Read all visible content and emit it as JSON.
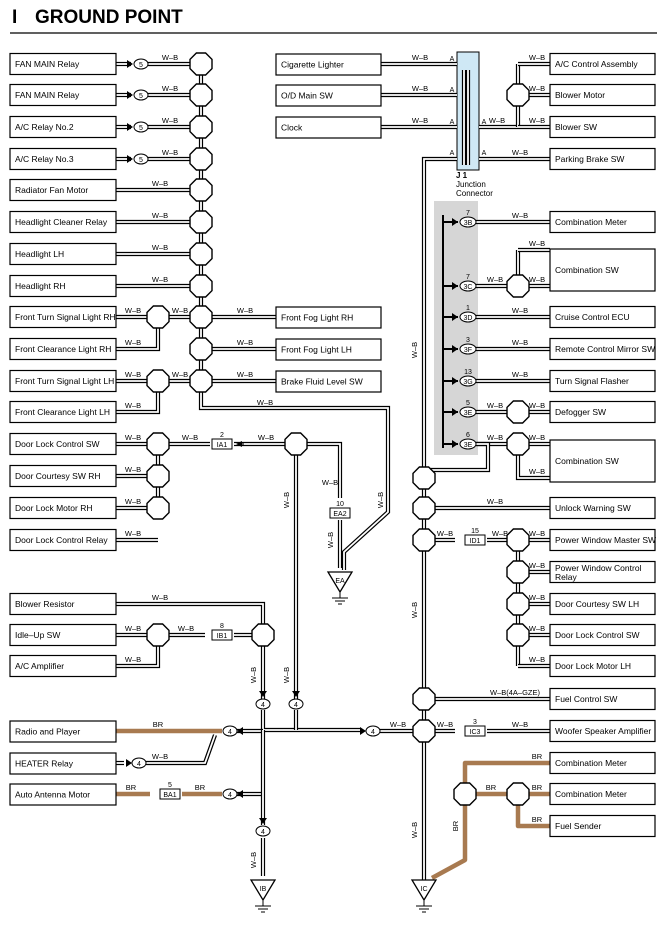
{
  "page": {
    "section": "I",
    "title": "GROUND POINT"
  },
  "wire": {
    "wb": "W–B",
    "br": "BR",
    "wb_4a": "W–B(4A–GZE)"
  },
  "left_components": [
    "FAN MAIN Relay",
    "FAN MAIN Relay",
    "A/C Relay No.2",
    "A/C Relay No.3",
    "Radiator Fan Motor",
    "Headlight Cleaner Relay",
    "Headlight LH",
    "Headlight RH",
    "Front Turn Signal Light RH",
    "Front Clearance Light RH",
    "Front Turn Signal Light LH",
    "Front Clearance Light LH",
    "Door Lock Control SW",
    "Door Courtesy SW RH",
    "Door Lock Motor RH",
    "Door Lock Control Relay",
    "Blower Resistor",
    "Idle–Up SW",
    "A/C Amplifier",
    "Radio and Player",
    "HEATER Relay",
    "Auto Antenna Motor"
  ],
  "middle_components": [
    "Cigarette Lighter",
    "O/D Main SW",
    "Clock",
    "Front Fog Light RH",
    "Front Fog Light LH",
    "Brake Fluid Level SW"
  ],
  "right_components": [
    "A/C Control Assembly",
    "Blower Motor",
    "Blower SW",
    "Parking Brake SW",
    "Combination Meter",
    "Combination SW",
    "Cruise Control ECU",
    "Remote Control Mirror SW",
    "Turn Signal Flasher",
    "Defogger SW",
    "Combination SW",
    "Unlock Warning SW",
    "Power Window Master SW",
    "Power Window Control Relay",
    "Door Courtesy SW LH",
    "Door Lock Control SW",
    "Door Lock Motor LH",
    "Fuel Control SW",
    "Woofer Speaker Amplifier",
    "Combination Meter",
    "Combination Meter",
    "Fuel Sender"
  ],
  "junction": {
    "id": "J 1",
    "name1": "Junction",
    "name2": "Connector",
    "pin": "A"
  },
  "connector_pins": [
    {
      "num": "7",
      "code": "3B"
    },
    {
      "num": "7",
      "code": "3C"
    },
    {
      "num": "1",
      "code": "3D"
    },
    {
      "num": "3",
      "code": "3F"
    },
    {
      "num": "13",
      "code": "3G"
    },
    {
      "num": "5",
      "code": "3E"
    },
    {
      "num": "6",
      "code": "3E"
    }
  ],
  "connectors": [
    {
      "num": "2",
      "code": "IA1"
    },
    {
      "num": "10",
      "code": "EA2"
    },
    {
      "num": "8",
      "code": "IB1"
    },
    {
      "num": "15",
      "code": "ID1"
    },
    {
      "num": "3",
      "code": "IC3"
    },
    {
      "num": "5",
      "code": "BA1"
    }
  ],
  "pin_s": "5",
  "pin_4": "4",
  "grounds": [
    "EA",
    "IB",
    "IC"
  ]
}
